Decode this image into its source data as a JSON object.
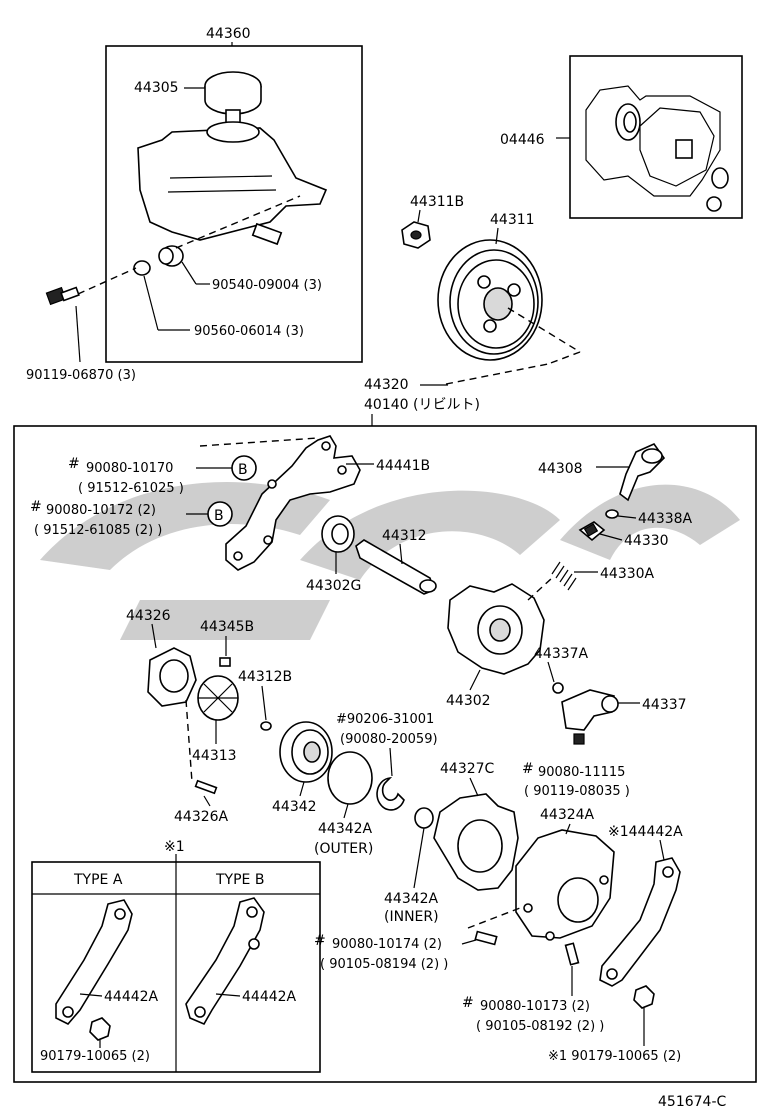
{
  "title_code": "451674-C",
  "reservoir": {
    "assembly": "44360",
    "cap": "44305",
    "grommet_large": "90540-09004 (3)",
    "grommet_small": "90560-06014 (3)",
    "bolt": "90119-06870 (3)"
  },
  "seal_kit": {
    "part": "04446"
  },
  "pulley": {
    "nut": "44311B",
    "pulley": "44311"
  },
  "pump_assembly": {
    "main": "44320",
    "rebuilt": "40140 (リビルト)",
    "bracket": "44441B",
    "bolt_1_a": "90080-10170",
    "bolt_1_b": "( 91512-61025 )",
    "bolt_2_a": "90080-10172 (2)",
    "bolt_2_b": "( 91512-61085 (2) )",
    "mark_b": "B",
    "mark_hash": "#",
    "fitting": "44308",
    "oring_1": "44338A",
    "valve": "44330",
    "spring": "44330A",
    "shaft": "44312",
    "bearing": "44302G",
    "cam_ring": "44326",
    "vane": "44345B",
    "clip": "44312B",
    "rotor": "44313",
    "pin": "44326A",
    "housing": "44302",
    "oring_2": "44337A",
    "union": "44337",
    "ring_1": "#90206-31001",
    "ring_1_b": "(90080-20059)",
    "plate": "44342",
    "oring_outer": "44342A",
    "outer_text": "(OUTER)",
    "gasket": "44327C",
    "bolt_3_a": "90080-11115",
    "bolt_3_b": "( 90119-08035 )",
    "rear_cover": "44324A",
    "oring_inner": "44342A",
    "inner_text": "(INNER)",
    "bolt_4_a": "90080-10174 (2)",
    "bolt_4_b": "( 90105-08194 (2) )",
    "bolt_5_a": "90080-10173 (2)",
    "bolt_5_b": "( 90105-08192 (2) )",
    "stay_right": "※144442A",
    "stay_right_bolt": "※1  90179-10065 (2)"
  },
  "type_box": {
    "note": "※1",
    "type_a": "TYPE  A",
    "type_b": "TYPE  B",
    "stay_a": "44442A",
    "stay_b": "44442A",
    "bolt": "90179-10065 (2)"
  }
}
